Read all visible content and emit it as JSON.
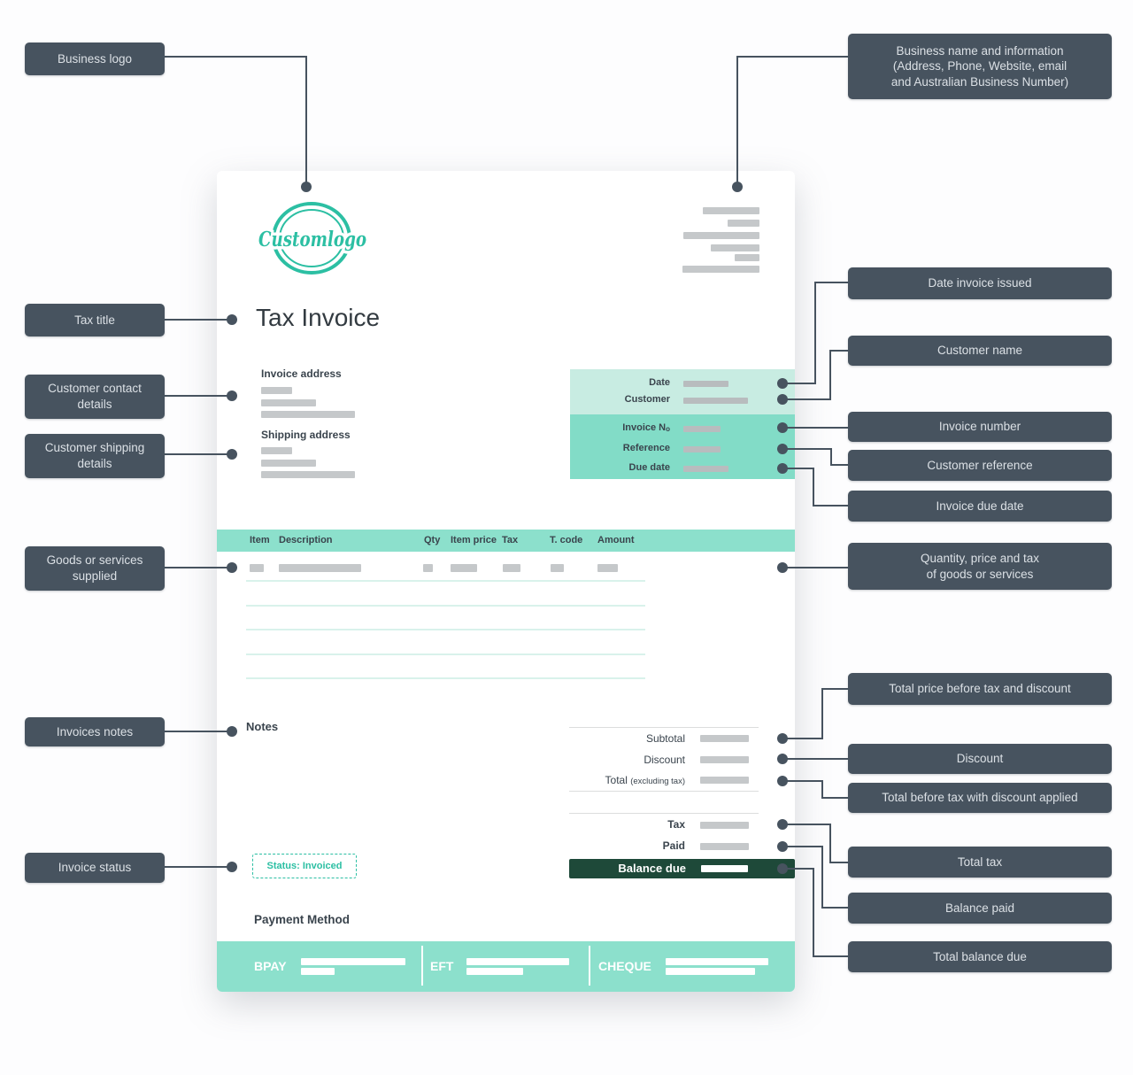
{
  "colors": {
    "callout_bg": "#47535f",
    "teal_header": "#8ce0cc",
    "teal_panel_light": "#c8ece2",
    "teal_panel_dark": "#82dcc7",
    "balance_bar": "#1e4939",
    "status_teal": "#2cbfa3",
    "placeholder_gray": "#c5c8ca",
    "logo_teal": "#2cbfa3"
  },
  "left_callouts": [
    {
      "label": "Business logo"
    },
    {
      "label": "Tax title"
    },
    {
      "label": "Customer contact details"
    },
    {
      "label": "Customer shipping details"
    },
    {
      "label": "Goods or services supplied"
    },
    {
      "label": "Invoices notes"
    },
    {
      "label": "Invoice status"
    }
  ],
  "right_callouts": [
    {
      "label": "Business name and information (Address, Phone, Website, email and Australian Business Number)",
      "lines": [
        "Business name and information",
        "(Address, Phone, Website, email",
        "and Australian Business Number)"
      ]
    },
    {
      "label": "Date invoice issued"
    },
    {
      "label": "Customer name"
    },
    {
      "label": "Invoice number"
    },
    {
      "label": "Customer reference"
    },
    {
      "label": "Invoice due date"
    },
    {
      "label": "Quantity, price and tax of goods or services",
      "lines": [
        "Quantity, price and tax",
        "of goods or services"
      ]
    },
    {
      "label": "Total price before tax and discount"
    },
    {
      "label": "Discount"
    },
    {
      "label": "Total before tax with discount applied"
    },
    {
      "label": "Total tax"
    },
    {
      "label": "Balance paid"
    },
    {
      "label": "Total balance due"
    }
  ],
  "invoice": {
    "logo_text": "Customlogo",
    "title": "Tax Invoice",
    "billing": {
      "invoice_address_label": "Invoice address",
      "shipping_address_label": "Shipping address"
    },
    "meta": {
      "date_label": "Date",
      "customer_label": "Customer",
      "invoice_no_label": "Invoice N",
      "invoice_no_suffix": "o",
      "reference_label": "Reference",
      "due_date_label": "Due date"
    },
    "table": {
      "headers": [
        "Item",
        "Description",
        "Qty",
        "Item price",
        "Tax",
        "T. code",
        "Amount"
      ]
    },
    "notes_label": "Notes",
    "totals": {
      "subtotal_label": "Subtotal",
      "discount_label": "Discount",
      "total_label": "Total",
      "total_suffix": "(excluding tax)",
      "tax_label": "Tax",
      "paid_label": "Paid",
      "balance_due_label": "Balance due"
    },
    "status_label": "Status: Invoiced",
    "payment": {
      "heading": "Payment Method",
      "methods": [
        "BPAY",
        "EFT",
        "CHEQUE"
      ]
    }
  }
}
